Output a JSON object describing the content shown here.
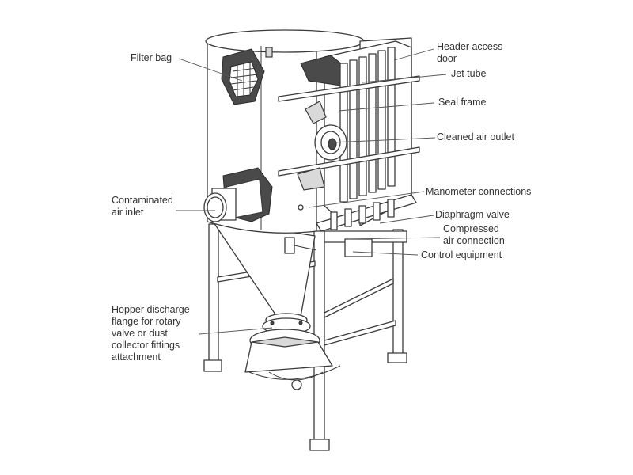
{
  "labels": {
    "filter_bag": "Filter bag",
    "header_access_door": "Header access\ndoor",
    "jet_tube": "Jet tube",
    "seal_frame": "Seal frame",
    "cleaned_air_outlet": "Cleaned air outlet",
    "manometer_connections": "Manometer connections",
    "diaphragm_valve": "Diaphragm valve",
    "compressed_air_connection": "Compressed\nair connection",
    "control_equipment": "Control equipment",
    "contaminated_air_inlet": "Contaminated\nair inlet",
    "hopper_discharge": "Hopper discharge\nflange for rotary\nvalve or dust\ncollector fittings\nattachment"
  },
  "colors": {
    "line": "#3a3a3a",
    "text": "#333333",
    "shade": "#d9d9d9"
  }
}
